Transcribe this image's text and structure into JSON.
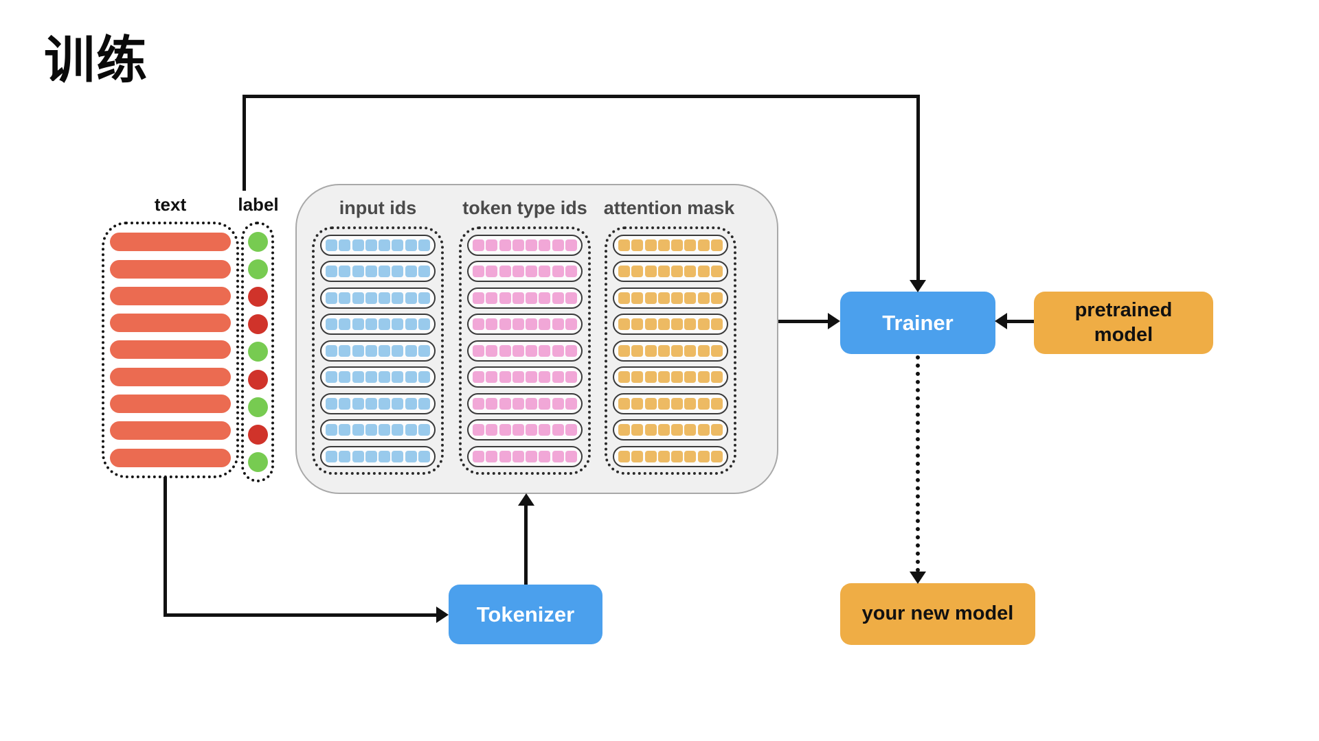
{
  "title": "训练",
  "colors": {
    "bar_red": "#EB6B51",
    "circle_green": "#77CB51",
    "circle_red": "#D0332A",
    "input_ids_blue": "#99CAEC",
    "token_type_pink": "#F1A7D7",
    "attention_orange": "#EDBA63",
    "node_blue": "#4BA0ED",
    "node_orange": "#EFAD45"
  },
  "text_column": {
    "header": "text",
    "row_count": 9
  },
  "label_column": {
    "header": "label",
    "circles": [
      "green",
      "green",
      "red",
      "red",
      "green",
      "red",
      "green",
      "red",
      "green"
    ]
  },
  "tokenized_panel": {
    "columns": [
      {
        "id": "input-ids",
        "header": "input ids",
        "color_key": "input_ids_blue",
        "rows": 9,
        "cells_per_row": 8
      },
      {
        "id": "token-type-ids",
        "header": "token type ids",
        "color_key": "token_type_pink",
        "rows": 9,
        "cells_per_row": 8
      },
      {
        "id": "attention-mask",
        "header": "attention mask",
        "color_key": "attention_orange",
        "rows": 9,
        "cells_per_row": 8
      }
    ]
  },
  "nodes": {
    "trainer": {
      "label": "Trainer"
    },
    "pretrained_model": {
      "label": "pretrained model"
    },
    "tokenizer": {
      "label": "Tokenizer"
    },
    "your_new_model": {
      "label": "your new model"
    }
  }
}
